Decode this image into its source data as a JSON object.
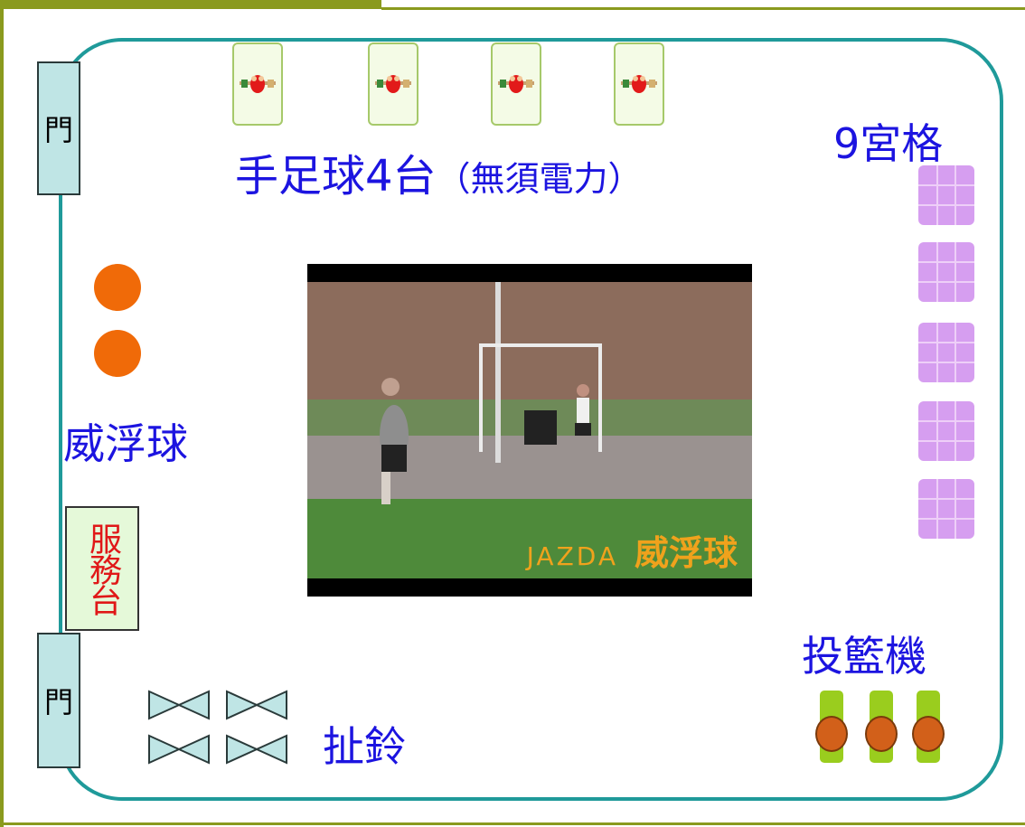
{
  "labels": {
    "door_top": "門",
    "door_bottom": "門",
    "foosball": "手足球4台",
    "foosball_note": "（無須電力）",
    "nine_grid": "9宮格",
    "wiffle": "威浮球",
    "service_desk": "服務台",
    "dumbbell": "扯鈴",
    "hoop_machine": "投籃機"
  },
  "photo": {
    "brand": "JAZDA",
    "title": "威浮球"
  },
  "counts": {
    "foosball_tables": 4,
    "nine_grid_pads": 5,
    "wiffle_balls": 2,
    "dumbbells": 4,
    "hoop_machines": 3
  },
  "colors": {
    "frame": "#8a9a1e",
    "room_outline": "#1f9a9a",
    "label_text": "#1c14e0",
    "service_text": "#e01818",
    "ball": "#f06a08",
    "grid_pad": "#d69ef0",
    "door": "#bfe5e5",
    "photo_caption": "#f0a21c"
  },
  "icons": {
    "table": "foosball-table-icon",
    "ball": "wiffle-ball-icon",
    "grid": "nine-grid-icon",
    "dumbbell": "diabolo-icon",
    "hoop": "basketball-hoop-icon"
  }
}
